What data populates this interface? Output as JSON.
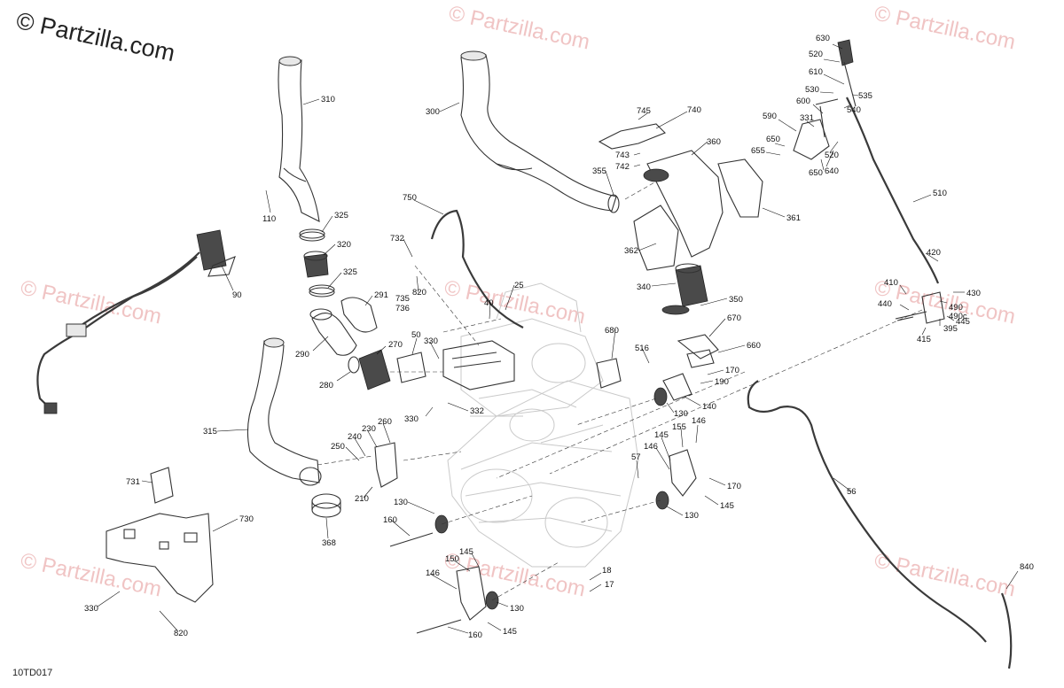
{
  "brand": "© Partzilla.com",
  "watermark": "© Partzilla.com",
  "diagram_code": "10TD017",
  "callouts": [
    {
      "n": "630"
    },
    {
      "n": "520"
    },
    {
      "n": "610"
    },
    {
      "n": "530"
    },
    {
      "n": "535"
    },
    {
      "n": "540"
    },
    {
      "n": "600"
    },
    {
      "n": "590"
    },
    {
      "n": "331"
    },
    {
      "n": "650"
    },
    {
      "n": "655"
    },
    {
      "n": "520"
    },
    {
      "n": "640"
    },
    {
      "n": "650"
    },
    {
      "n": "510"
    },
    {
      "n": "420"
    },
    {
      "n": "410"
    },
    {
      "n": "430"
    },
    {
      "n": "440"
    },
    {
      "n": "490"
    },
    {
      "n": "490c"
    },
    {
      "n": "445"
    },
    {
      "n": "395"
    },
    {
      "n": "415"
    },
    {
      "n": "310"
    },
    {
      "n": "110"
    },
    {
      "n": "325"
    },
    {
      "n": "320"
    },
    {
      "n": "325"
    },
    {
      "n": "90"
    },
    {
      "n": "291"
    },
    {
      "n": "290"
    },
    {
      "n": "280"
    },
    {
      "n": "270"
    },
    {
      "n": "300"
    },
    {
      "n": "745"
    },
    {
      "n": "740"
    },
    {
      "n": "743"
    },
    {
      "n": "742"
    },
    {
      "n": "360"
    },
    {
      "n": "355"
    },
    {
      "n": "361"
    },
    {
      "n": "362"
    },
    {
      "n": "340"
    },
    {
      "n": "350"
    },
    {
      "n": "750"
    },
    {
      "n": "732"
    },
    {
      "n": "820"
    },
    {
      "n": "735"
    },
    {
      "n": "736"
    },
    {
      "n": "25"
    },
    {
      "n": "40"
    },
    {
      "n": "50"
    },
    {
      "n": "330"
    },
    {
      "n": "330"
    },
    {
      "n": "332"
    },
    {
      "n": "680"
    },
    {
      "n": "516"
    },
    {
      "n": "670"
    },
    {
      "n": "660"
    },
    {
      "n": "170"
    },
    {
      "n": "190"
    },
    {
      "n": "140"
    },
    {
      "n": "130"
    },
    {
      "n": "146"
    },
    {
      "n": "145"
    },
    {
      "n": "155"
    },
    {
      "n": "146"
    },
    {
      "n": "57"
    },
    {
      "n": "170"
    },
    {
      "n": "145"
    },
    {
      "n": "130"
    },
    {
      "n": "315"
    },
    {
      "n": "260"
    },
    {
      "n": "230"
    },
    {
      "n": "240"
    },
    {
      "n": "250"
    },
    {
      "n": "210"
    },
    {
      "n": "731"
    },
    {
      "n": "730"
    },
    {
      "n": "368"
    },
    {
      "n": "130"
    },
    {
      "n": "160"
    },
    {
      "n": "56"
    },
    {
      "n": "18"
    },
    {
      "n": "17"
    },
    {
      "n": "150"
    },
    {
      "n": "145"
    },
    {
      "n": "146"
    },
    {
      "n": "130"
    },
    {
      "n": "160"
    },
    {
      "n": "145"
    },
    {
      "n": "330"
    },
    {
      "n": "820"
    },
    {
      "n": "840"
    }
  ]
}
